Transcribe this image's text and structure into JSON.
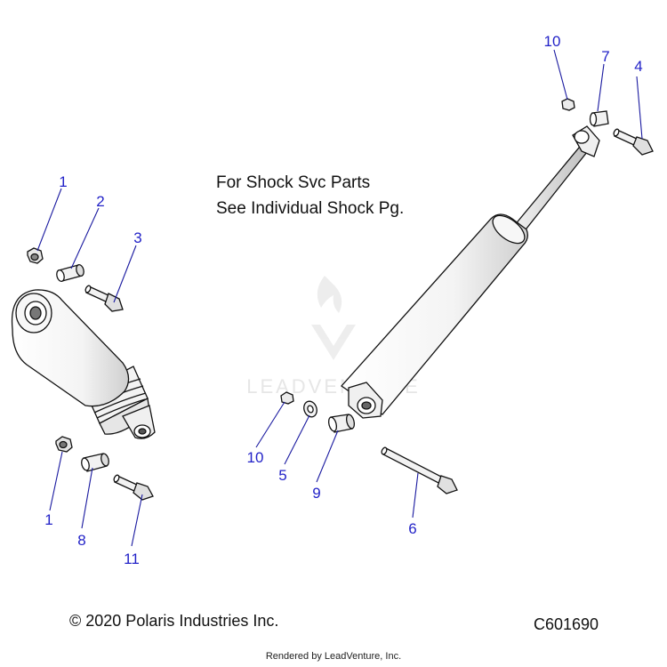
{
  "note": {
    "line1": "For Shock Svc Parts",
    "line2": "See Individual Shock Pg."
  },
  "callouts": {
    "left_top_1": "1",
    "left_top_2": "2",
    "left_top_3": "3",
    "left_bottom_1": "1",
    "left_bottom_8": "8",
    "left_bottom_11": "11",
    "right_top_10": "10",
    "right_top_7": "7",
    "right_top_4": "4",
    "right_bottom_10": "10",
    "right_bottom_5": "5",
    "right_bottom_9": "9",
    "right_bottom_6": "6"
  },
  "watermark": "LEADVENTURE",
  "footer": {
    "copyright": "© 2020 Polaris Industries Inc.",
    "code": "C601690",
    "rendered_by": "Rendered by LeadVenture, Inc."
  },
  "colors": {
    "callout": "#2323c8",
    "line": "#1a1aa0",
    "outline": "#111111"
  }
}
